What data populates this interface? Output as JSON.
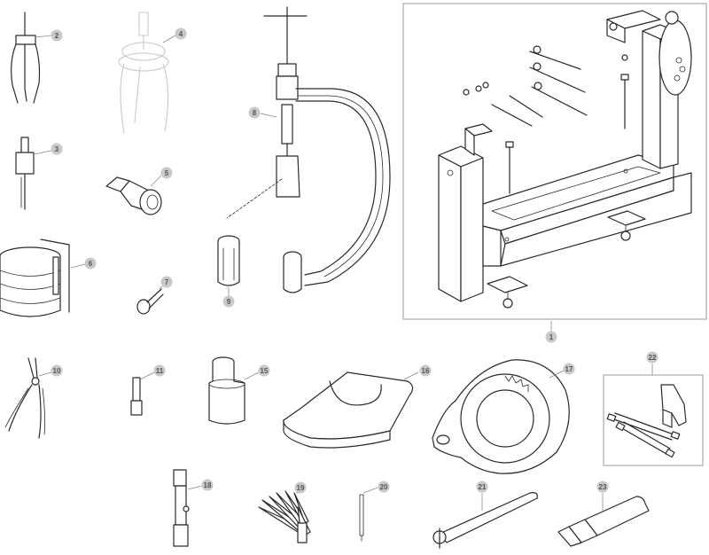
{
  "callouts": [
    "1",
    "2",
    "3",
    "4",
    "5",
    "6",
    "7",
    "8",
    "9",
    "10",
    "11",
    "15",
    "16",
    "17",
    "18",
    "19",
    "20",
    "21",
    "22",
    "23"
  ],
  "colors": {
    "ink": "#2a2a2a",
    "ghost": "#c9c9c9",
    "badge": "#c9c9c9",
    "frame": "#999999"
  }
}
